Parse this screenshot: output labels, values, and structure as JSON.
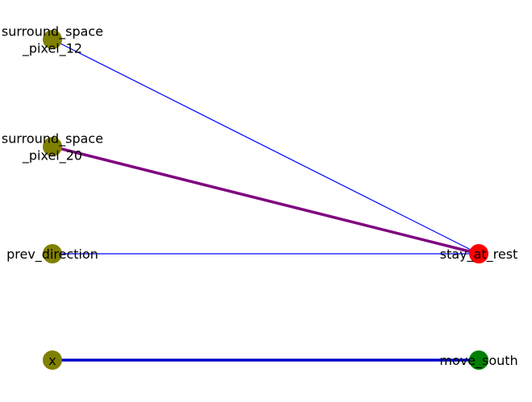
{
  "nodes": [
    {
      "id": "n1",
      "label_lines": [
        "surround_space",
        "_pixel_12"
      ],
      "color": "#808000"
    },
    {
      "id": "n2",
      "label_lines": [
        "surround_space",
        "_pixel_20"
      ],
      "color": "#808000"
    },
    {
      "id": "n3",
      "label_lines": [
        "prev_direction"
      ],
      "color": "#808000"
    },
    {
      "id": "n4",
      "label_lines": [
        "x"
      ],
      "color": "#808000"
    },
    {
      "id": "n5",
      "label_lines": [
        "stay_at_rest"
      ],
      "color": "#ff0000"
    },
    {
      "id": "n6",
      "label_lines": [
        "move_south"
      ],
      "color": "#008000"
    }
  ],
  "edges": [
    {
      "source": "n1",
      "target": "n5",
      "color": "#0000ff",
      "weight": "thin"
    },
    {
      "source": "n2",
      "target": "n5",
      "color": "#800080",
      "weight": "thick"
    },
    {
      "source": "n3",
      "target": "n5",
      "color": "#0000ff",
      "weight": "thin"
    },
    {
      "source": "n4",
      "target": "n6",
      "color": "#0000cd",
      "weight": "thick"
    }
  ]
}
